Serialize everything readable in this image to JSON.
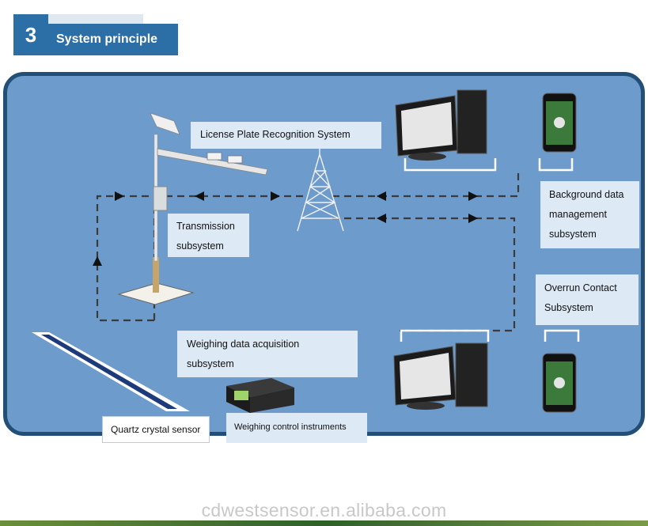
{
  "header": {
    "number": "3",
    "title": "System principle"
  },
  "labels": {
    "license_plate": "License Plate Recognition System",
    "transmission": [
      "Transmission",
      "subsystem"
    ],
    "background": [
      "Background data",
      "management",
      "subsystem"
    ],
    "overrun": [
      "Overrun Contact",
      "Subsystem"
    ],
    "weighing": [
      "Weighing data acquisition",
      "subsystem"
    ],
    "quartz": "Quartz crystal sensor",
    "control": "Weighing control instruments"
  },
  "watermark": "cdwestsensor.en.alibaba.com",
  "colors": {
    "panel": "#6d9bcc",
    "panel_border": "#234f76",
    "header_blue": "#2c6ea6",
    "label_bg": "#dde9f4",
    "dash_line": "#3b3b3b"
  }
}
